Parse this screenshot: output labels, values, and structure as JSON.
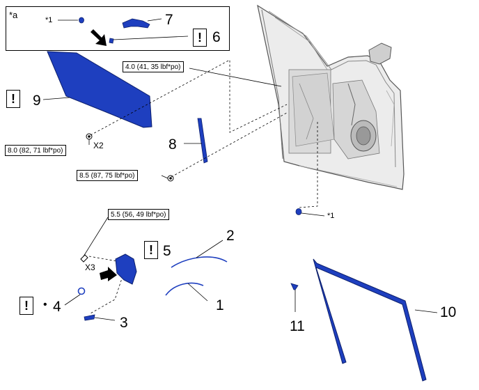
{
  "inset": {
    "label": "*a",
    "star1": "*1",
    "callout7": "7",
    "callout6": "6"
  },
  "callouts": {
    "c1": "1",
    "c2": "2",
    "c3": "3",
    "c4": "4",
    "c5": "5",
    "c8": "8",
    "c9": "9",
    "c10": "10",
    "c11": "11"
  },
  "multipliers": {
    "x2": "X2",
    "x3": "X3"
  },
  "star_door": "*1",
  "bullet": "•",
  "warning_glyph": "!",
  "torques": {
    "t1": "4.0 (41, 35 lbf*po)",
    "t2": "8.0 (82, 71 lbf*po)",
    "t3": "8.5 (87, 75 lbf*po)",
    "t4": "5.5 (56, 49 lbf*po)"
  },
  "colors": {
    "part_blue": "#1e3fbf",
    "door_gray": "#e6e6e6"
  }
}
